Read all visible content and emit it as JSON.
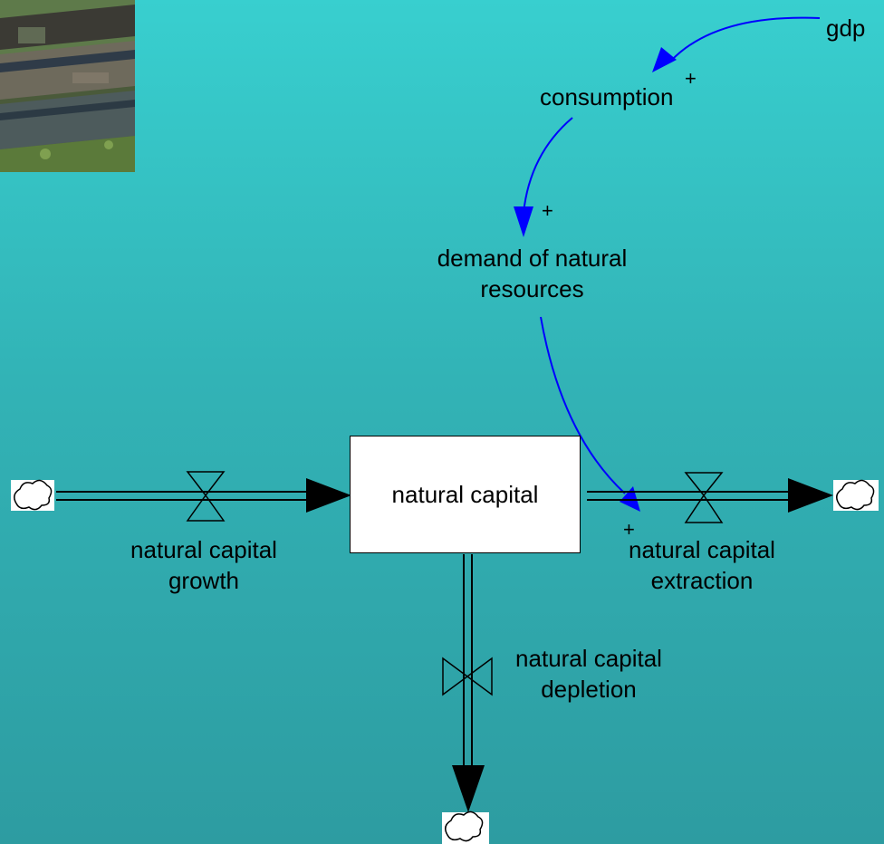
{
  "stock": {
    "label": "natural capital"
  },
  "variables": {
    "gdp": "gdp",
    "consumption": "consumption",
    "demand_line1": "demand of natural",
    "demand_line2": "resources"
  },
  "flows": {
    "growth_line1": "natural capital",
    "growth_line2": "growth",
    "extraction_line1": "natural capital",
    "extraction_line2": "extraction",
    "depletion_line1": "natural capital",
    "depletion_line2": "depletion"
  },
  "polarities": {
    "gdp_to_consumption": "+",
    "consumption_to_demand": "+",
    "demand_to_extraction": "+"
  },
  "colors": {
    "link": "#0000ff",
    "pipe": "#000000",
    "stock_fill": "#ffffff"
  },
  "icons": {
    "source_growth": "cloud-icon",
    "sink_extraction": "cloud-icon",
    "sink_depletion": "cloud-icon",
    "photo": "boats-photo"
  }
}
